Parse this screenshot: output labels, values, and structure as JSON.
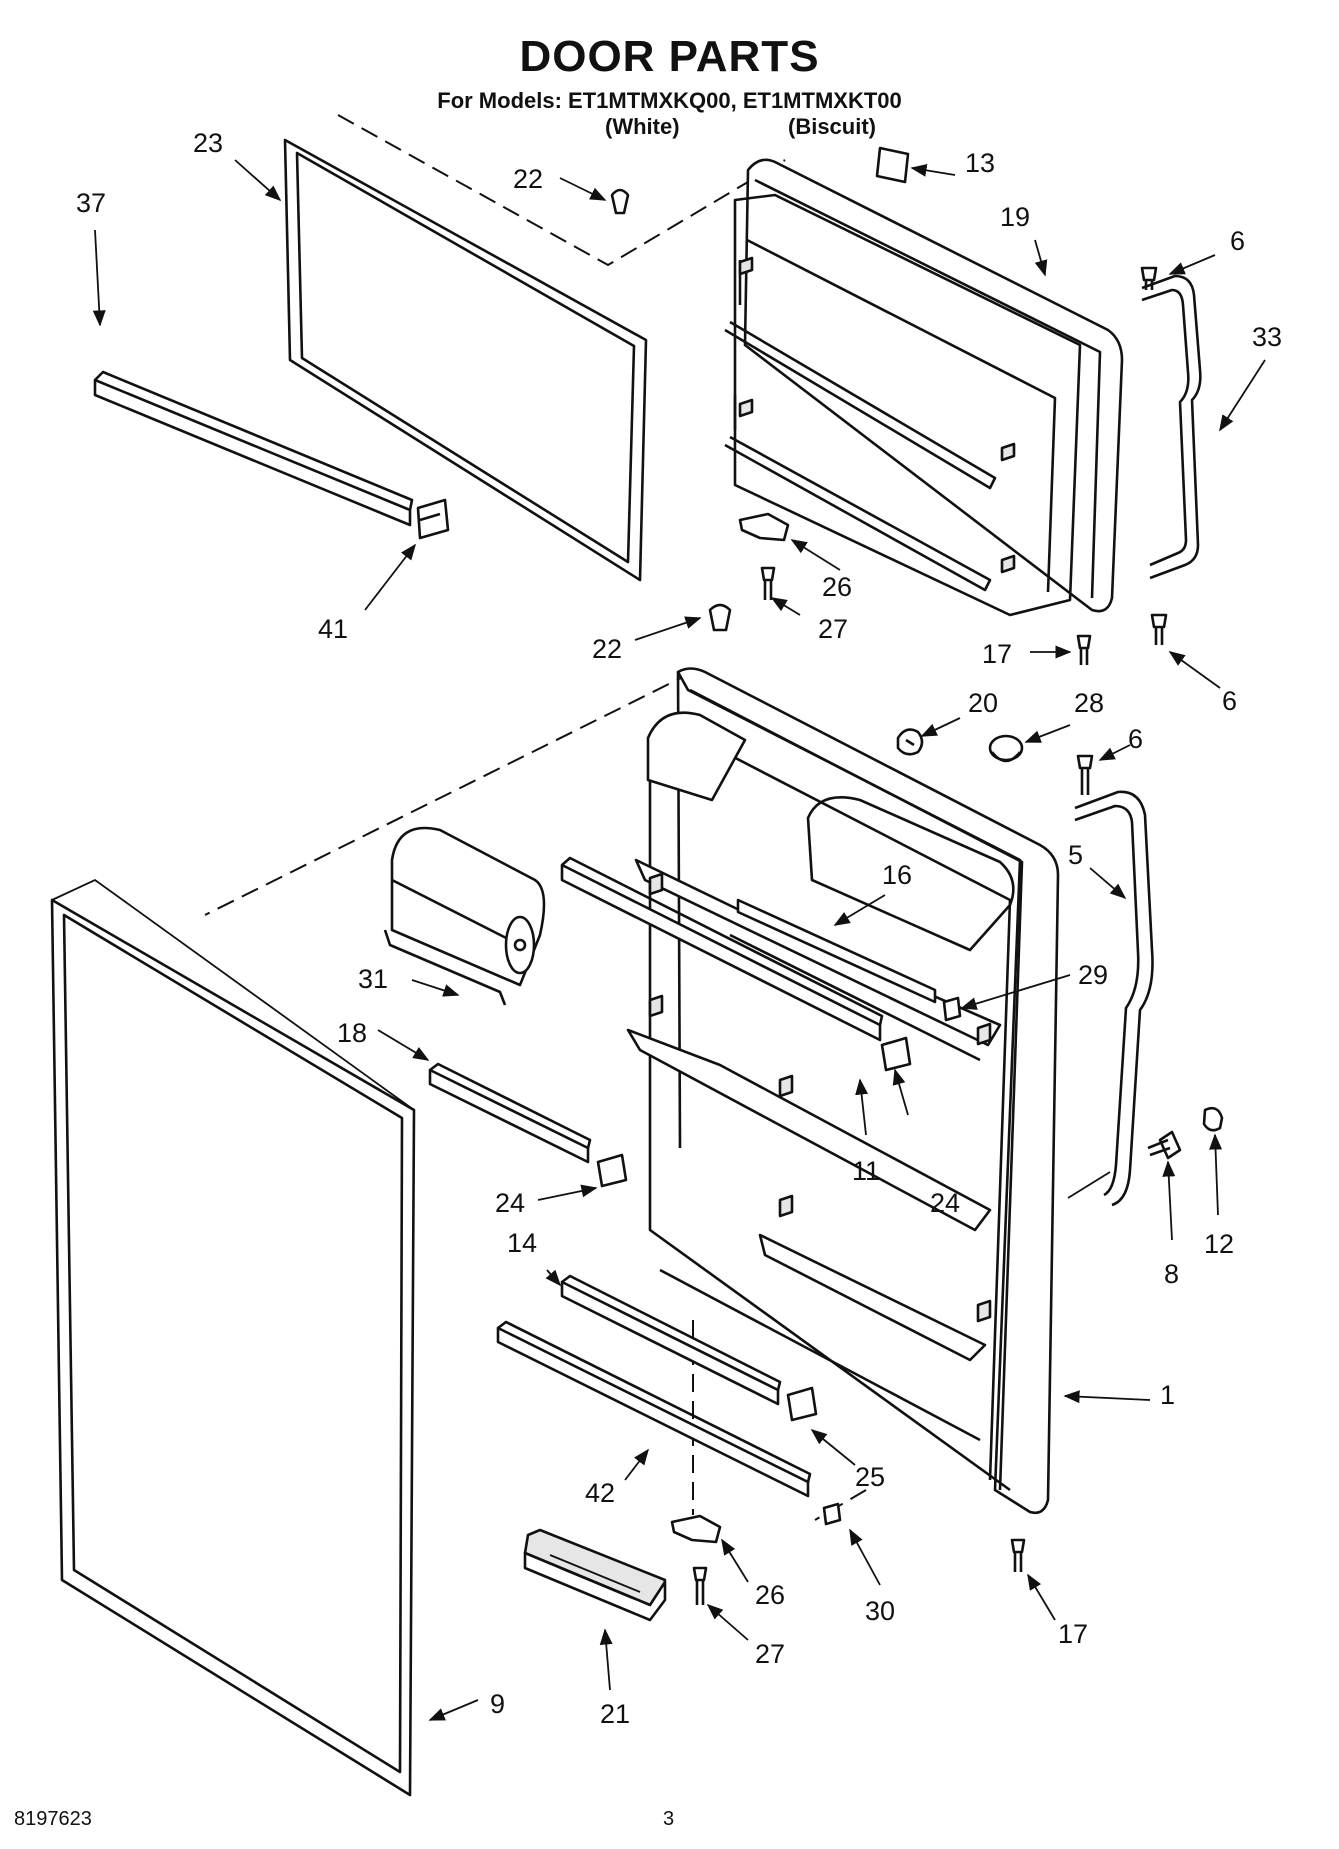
{
  "header": {
    "title": "DOOR PARTS",
    "models_line": "For Models: ET1MTMXKQ00, ET1MTMXKT00",
    "variant_white": "(White)",
    "variant_biscuit": "(Biscuit)"
  },
  "footer": {
    "doc_code": "8197623",
    "page_number": "3"
  },
  "callouts": {
    "c1": "1",
    "c5": "5",
    "c6a": "6",
    "c6b": "6",
    "c6c": "6",
    "c8": "8",
    "c9": "9",
    "c11": "11",
    "c12": "12",
    "c13": "13",
    "c14": "14",
    "c16": "16",
    "c17a": "17",
    "c17b": "17",
    "c18": "18",
    "c19": "19",
    "c20": "20",
    "c21": "21",
    "c22a": "22",
    "c22b": "22",
    "c23": "23",
    "c24a": "24",
    "c24b": "24",
    "c25": "25",
    "c26a": "26",
    "c26b": "26",
    "c27a": "27",
    "c27b": "27",
    "c28": "28",
    "c29": "29",
    "c30": "30",
    "c31": "31",
    "c33": "33",
    "c37": "37",
    "c41": "41",
    "c42": "42"
  }
}
